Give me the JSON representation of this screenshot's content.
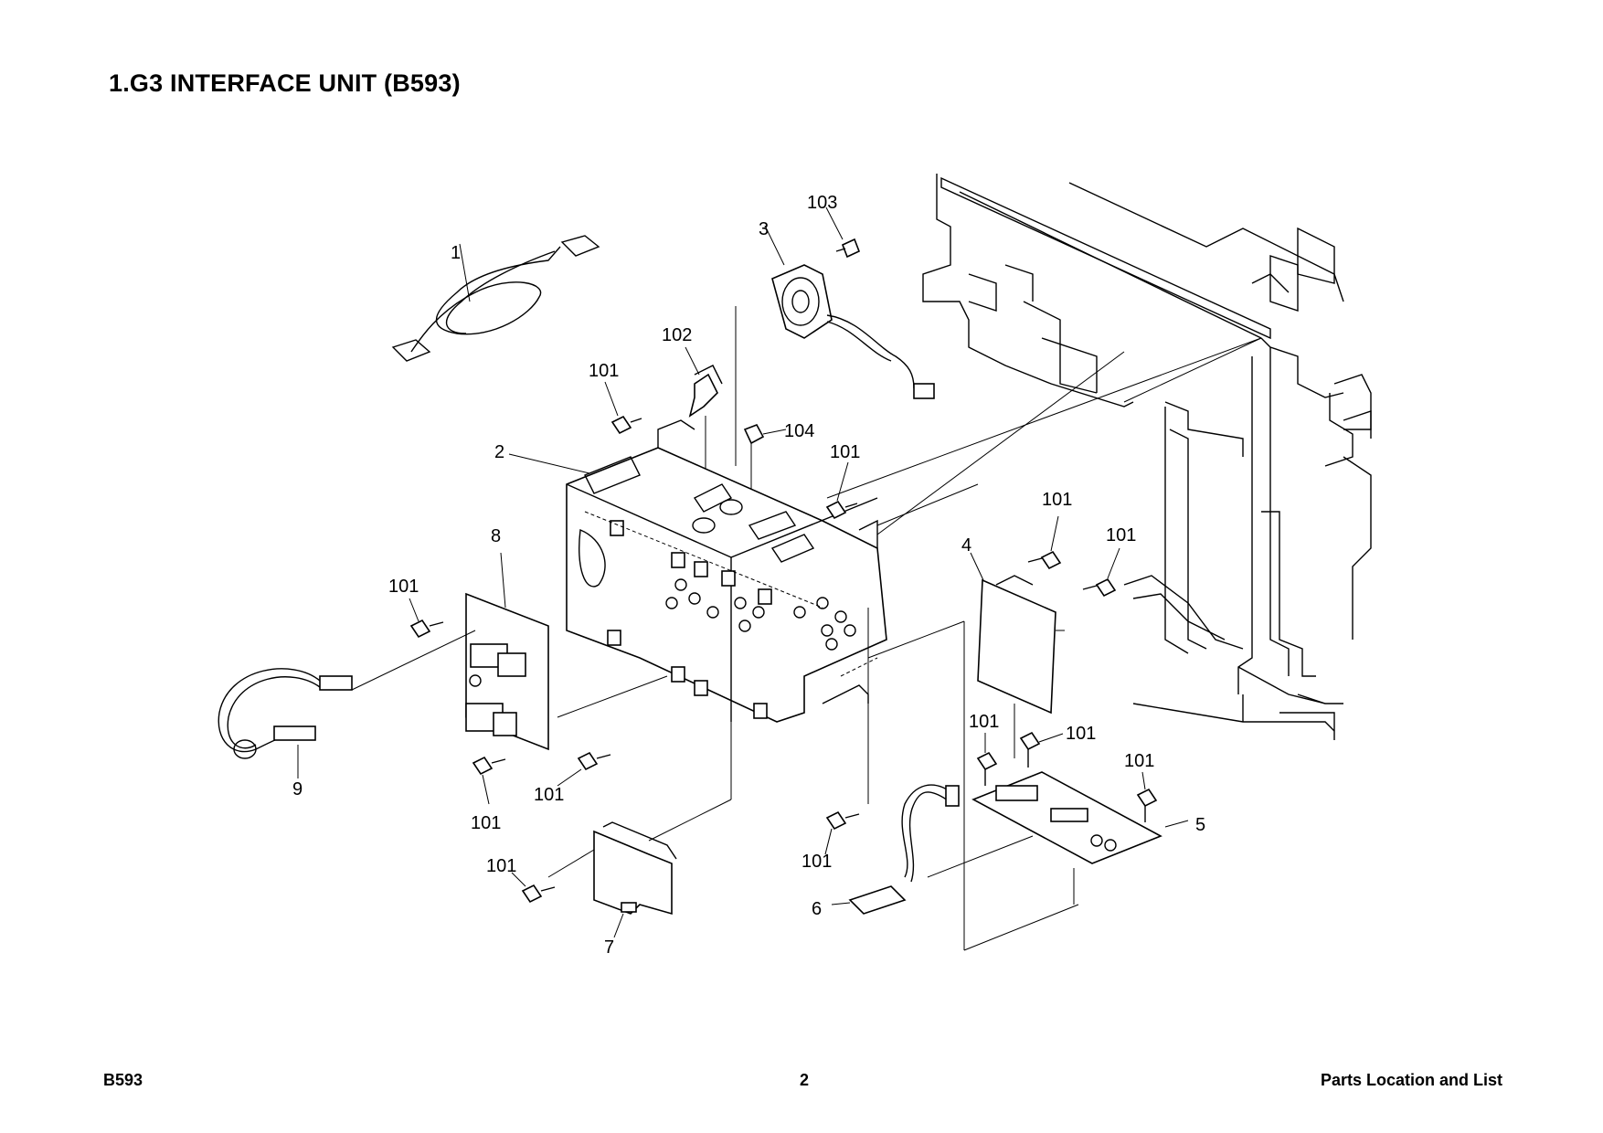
{
  "header": {
    "title": "1.G3 INTERFACE UNIT (B593)"
  },
  "footer": {
    "model": "B593",
    "page_number": "2",
    "section": "Parts Location and List"
  },
  "callouts": {
    "c1": "1",
    "c2": "2",
    "c3": "3",
    "c4": "4",
    "c5": "5",
    "c6": "6",
    "c7": "7",
    "c8": "8",
    "c9": "9",
    "c101": "101",
    "c102": "102",
    "c103": "103",
    "c104": "104"
  }
}
